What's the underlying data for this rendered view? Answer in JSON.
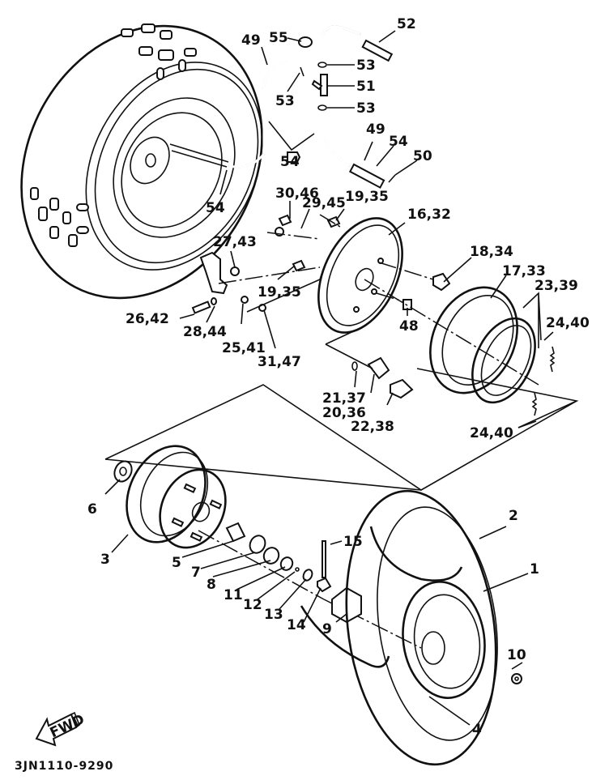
{
  "diagram": {
    "title": "Front wheel / brake exploded parts diagram",
    "drawing_code": "3JN1110-9290",
    "fwd_label": "FWD",
    "callouts": [
      {
        "id": "c52",
        "text": "52"
      },
      {
        "id": "c55",
        "text": "55"
      },
      {
        "id": "c49a",
        "text": "49"
      },
      {
        "id": "c53a",
        "text": "53"
      },
      {
        "id": "c51",
        "text": "51"
      },
      {
        "id": "c53b",
        "text": "53"
      },
      {
        "id": "c53c",
        "text": "53"
      },
      {
        "id": "c49b",
        "text": "49"
      },
      {
        "id": "c54a",
        "text": "54"
      },
      {
        "id": "c54b",
        "text": "54"
      },
      {
        "id": "c50",
        "text": "50"
      },
      {
        "id": "c54c",
        "text": "54"
      },
      {
        "id": "c30_46",
        "text": "30,46"
      },
      {
        "id": "c29_45",
        "text": "29,45"
      },
      {
        "id": "c19_35a",
        "text": "19,35"
      },
      {
        "id": "c16_32",
        "text": "16,32"
      },
      {
        "id": "c27_43",
        "text": "27,43"
      },
      {
        "id": "c18_34",
        "text": "18,34"
      },
      {
        "id": "c17_33",
        "text": "17,33"
      },
      {
        "id": "c23_39",
        "text": "23,39"
      },
      {
        "id": "c19_35b",
        "text": "19,35"
      },
      {
        "id": "c26_42",
        "text": "26,42"
      },
      {
        "id": "c28_44",
        "text": "28,44"
      },
      {
        "id": "c48",
        "text": "48"
      },
      {
        "id": "c24_40a",
        "text": "24,40"
      },
      {
        "id": "c25_41",
        "text": "25,41"
      },
      {
        "id": "c31_47",
        "text": "31,47"
      },
      {
        "id": "c21_37",
        "text": "21,37"
      },
      {
        "id": "c20_36",
        "text": "20,36"
      },
      {
        "id": "c22_38",
        "text": "22,38"
      },
      {
        "id": "c24_40b",
        "text": "24,40"
      },
      {
        "id": "c6",
        "text": "6"
      },
      {
        "id": "c2",
        "text": "2"
      },
      {
        "id": "c15",
        "text": "15"
      },
      {
        "id": "c1",
        "text": "1"
      },
      {
        "id": "c3",
        "text": "3"
      },
      {
        "id": "c5",
        "text": "5"
      },
      {
        "id": "c7",
        "text": "7"
      },
      {
        "id": "c8",
        "text": "8"
      },
      {
        "id": "c11",
        "text": "11"
      },
      {
        "id": "c12",
        "text": "12"
      },
      {
        "id": "c13",
        "text": "13"
      },
      {
        "id": "c14",
        "text": "14"
      },
      {
        "id": "c9",
        "text": "9"
      },
      {
        "id": "c10",
        "text": "10"
      },
      {
        "id": "c4",
        "text": "4"
      }
    ]
  }
}
